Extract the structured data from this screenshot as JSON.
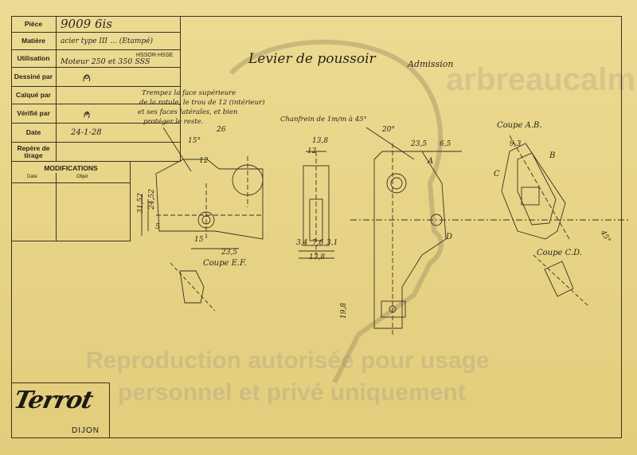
{
  "title_block": {
    "rows": [
      {
        "label": "Pièce",
        "value": "9009 6is"
      },
      {
        "label": "Matière",
        "value": "acier type III … (Etampé)"
      },
      {
        "label": "Utilisation",
        "value": "Moteur 250 et 350 SSS"
      },
      {
        "label": "Dessiné par",
        "value": ""
      },
      {
        "label": "Calqué par",
        "value": ""
      },
      {
        "label": "Vérifié par",
        "value": ""
      },
      {
        "label": "Date",
        "value": "24-1-28"
      },
      {
        "label": "Repère de tirage",
        "value": ""
      }
    ],
    "utilisation_extra": "HSSOR-HSSE"
  },
  "modifications": {
    "title": "MODIFICATIONS",
    "col_date": "Date",
    "col_objet": "Objet"
  },
  "drawing": {
    "title": "Levier de poussoir",
    "subtitle": "Admission",
    "note_1": "Trempez la face supérieure",
    "note_2": "de la rotule, le trou de 12 (intérieur)",
    "note_3": "et ses faces latérales, et bien",
    "note_4": "protéger le reste.",
    "chamfer_note": "Chanfrein de 1m/m à 45°",
    "section_ab": "Coupe A.B.",
    "section_ef": "Coupe E.F.",
    "section_cd": "Coupe C.D.",
    "dims": {
      "d26": "26",
      "d15": "15°",
      "d12": "12",
      "d3152": "31,52",
      "d2452": "24,52",
      "d5": "5",
      "d235": "23,5",
      "d15b": "15",
      "d138": "13,8",
      "d12b": "12",
      "d20": "20°",
      "d235b": "23,5",
      "d65": "6,5",
      "d93": "9,3",
      "d34": "3,4",
      "d76": "7,6",
      "d31": "3,1",
      "d138b": "13,8",
      "d198": "19,8",
      "d45": "45°"
    },
    "labels": {
      "A": "A",
      "B": "B",
      "C": "C",
      "D": "D"
    }
  },
  "logo": {
    "brand": "Terrot",
    "city": "DIJON"
  },
  "watermark": {
    "url": "arbreaucalm.org",
    "line1": "Reproduction autorisée pour usage",
    "line2": "personnel et privé uniquement"
  }
}
